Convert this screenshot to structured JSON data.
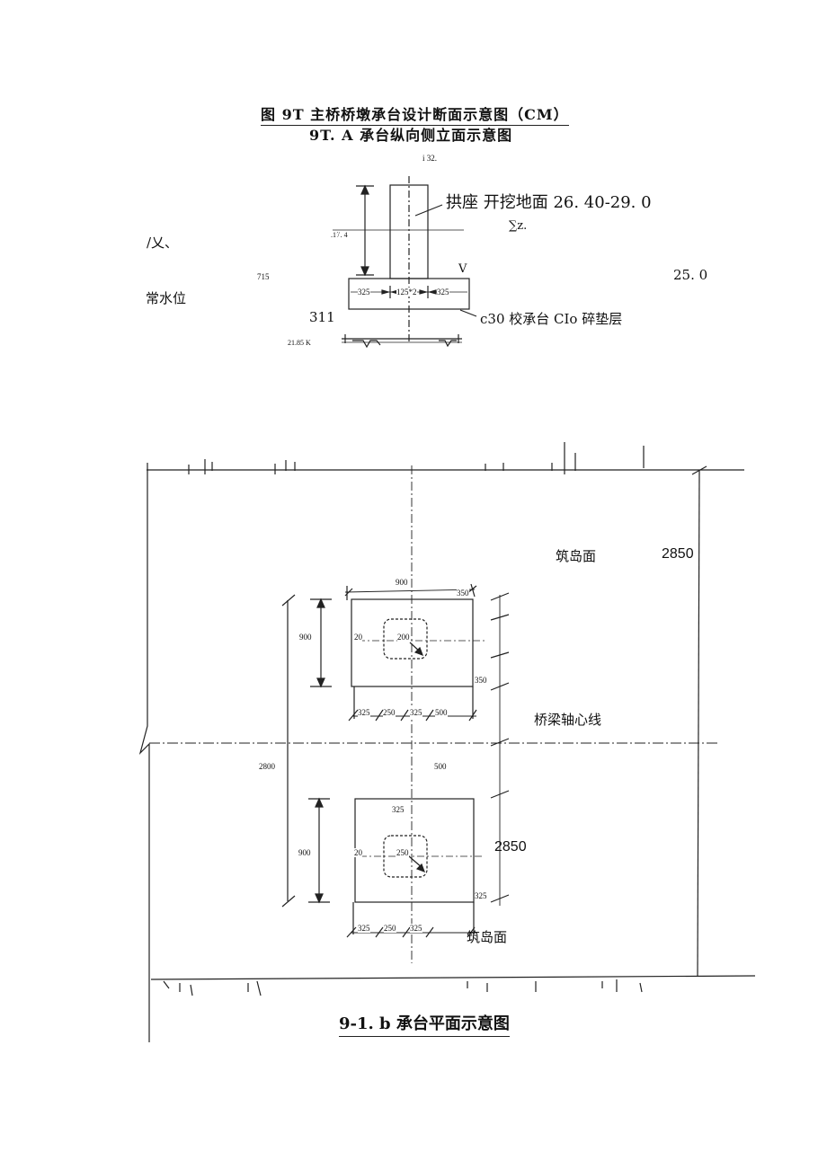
{
  "titles": {
    "main": "图 9T 主桥桥墩承台设计断面示意图（CM）",
    "sub": "9T. A 承台纵向侧立面示意图"
  },
  "elevation": {
    "top_mark": "i 32.",
    "excavation_label": "拱座 开挖地面 26. 40-29. 0",
    "sigma_mark": "∑z.",
    "slash_mark": "/乂、",
    "dim_mark": ".1´̸ . 4",
    "val_715": "715",
    "v_mark": "V",
    "val_250": "25. 0",
    "normal_water": "常水位",
    "val_311": "311",
    "footing_label": "c30 校承台 CIo 碎垫层",
    "bottom_mark": "21.85 K",
    "dims": [
      "325",
      "125*2",
      "325"
    ]
  },
  "plan": {
    "island_surface_top": "筑岛面",
    "right_dim_top": "2850",
    "bridge_axis": "桥梁轴心线",
    "left_total": "2800",
    "center_gap": "500",
    "right_dim_bottom": "2850",
    "island_surface_bottom": "筑岛面",
    "caption": "9-1. b 承台平面示意图",
    "upper": {
      "top_width": "900",
      "top_right": "350",
      "left_height": "900",
      "left_20": "20",
      "center": "200",
      "right_350": "350",
      "bottom_dims": [
        "325",
        "250",
        "325",
        "500"
      ]
    },
    "lower": {
      "top_325": "325",
      "left_height": "900",
      "left_20": "20",
      "center": "250",
      "right_325": "325",
      "bottom_dims": [
        "325",
        "250",
        "325"
      ]
    }
  }
}
